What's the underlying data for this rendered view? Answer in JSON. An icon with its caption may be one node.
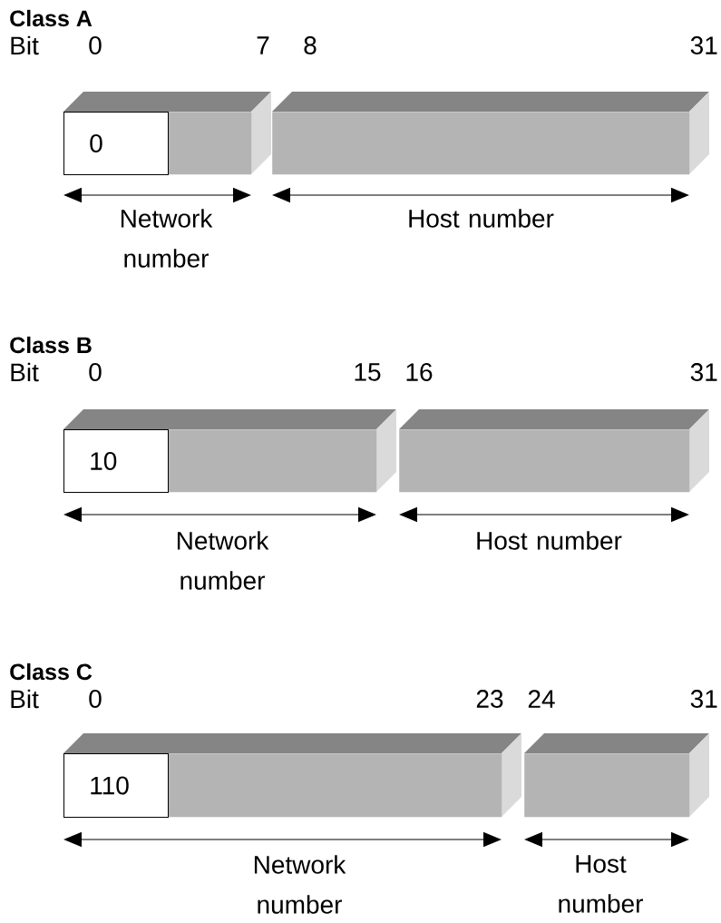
{
  "diagram": {
    "nodes": [
      {
        "text": [],
        "shape": "bar"
      },
      {
        "text": [
          "0"
        ],
        "in": 0
      },
      {
        "text": [],
        "shape": "bar"
      },
      {
        "text": [],
        "shape": "bar"
      },
      {
        "text": [
          "10"
        ],
        "in": 3
      },
      {
        "text": [],
        "shape": "bar"
      },
      {
        "text": [],
        "shape": "bar"
      },
      {
        "text": [
          "110"
        ],
        "in": 6
      },
      {
        "text": [],
        "shape": "bar"
      }
    ],
    "edges": [],
    "labels": [
      "Class A",
      "Bit",
      "0",
      "7",
      "8",
      "31",
      "Network number",
      "Host number",
      "Class B",
      "Bit",
      "0",
      "15",
      "16",
      "31",
      "Network number",
      "Host number",
      "Class C",
      "Bit",
      "0",
      "23",
      "24",
      "31",
      "Network number",
      "Host number"
    ]
  }
}
